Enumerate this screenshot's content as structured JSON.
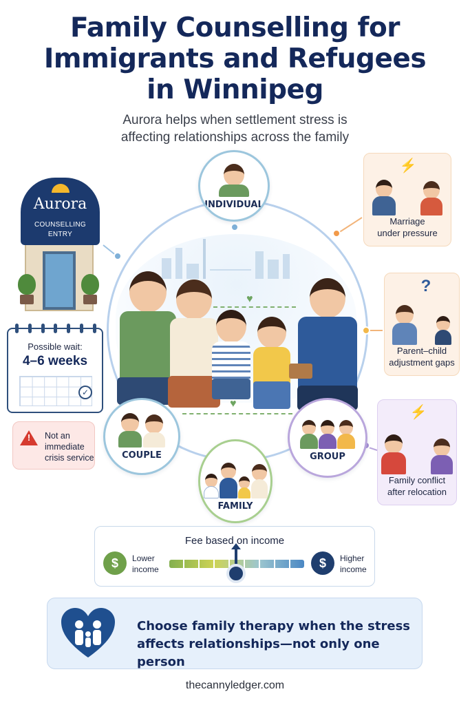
{
  "header": {
    "title_line1": "Family Counselling for",
    "title_line2": "Immigrants and Refugees",
    "title_line3": "in Winnipeg",
    "subtitle_line1": "Aurora helps when settlement stress is",
    "subtitle_line2": "affecting relationships across the family"
  },
  "building": {
    "name": "Aurora",
    "sign_line1": "COUNSELLING",
    "sign_line2": "ENTRY"
  },
  "calendar": {
    "line1": "Possible wait:",
    "line2": "4–6 weeks"
  },
  "warning": {
    "text_line1": "Not an",
    "text_line2": "immediate",
    "text_line3": "crisis service"
  },
  "services": {
    "individual": "INDIVIDUAL",
    "couple": "COUPLE",
    "family": "FAMILY",
    "group": "GROUP"
  },
  "stressors": [
    {
      "line1": "Marriage",
      "line2": "under pressure",
      "mark": "⚡"
    },
    {
      "line1": "Parent–child",
      "line2": "adjustment gaps",
      "mark": "?"
    },
    {
      "line1": "Family conflict",
      "line2": "after relocation",
      "mark": "⚡"
    }
  ],
  "fee": {
    "title": "Fee based on income",
    "lower_line1": "Lower",
    "lower_line2": "income",
    "higher_line1": "Higher",
    "higher_line2": "income",
    "currency_symbol": "$"
  },
  "banner": {
    "line1": "Choose family therapy when the stress",
    "line2": "affects relationships—not only one person"
  },
  "footer": {
    "text": "thecannyledger.com"
  },
  "colors": {
    "title": "#14285a",
    "ring": "#b8d0ec",
    "individual_border": "#9cc6dd",
    "couple_border": "#9cc6dd",
    "family_border": "#a8cf8f",
    "group_border": "#b9a6dc",
    "stressor1_bg": "#fdf1e6",
    "stressor2_bg": "#fdf1e6",
    "stressor3_bg": "#f3ecfa",
    "warning_red": "#d63a2f",
    "lower_coin": "#6fa04a",
    "higher_coin": "#1f3e6e"
  }
}
